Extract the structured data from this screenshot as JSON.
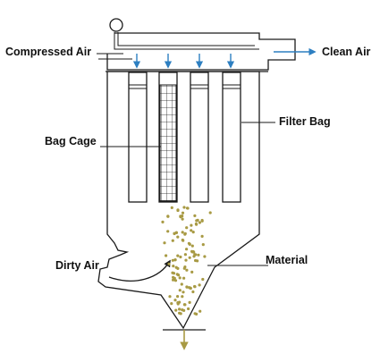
{
  "labels": {
    "compressed_air": "Compressed Air",
    "clean_air": "Clean Air",
    "filter_bag": "Filter Bag",
    "bag_cage": "Bag Cage",
    "dirty_air": "Dirty Air",
    "material": "Material"
  },
  "colors": {
    "line": "#1a1a1a",
    "air_arrow": "#2d7fc1",
    "material": "#a89a44",
    "background": "#ffffff"
  },
  "icons": [
    "pressure-gauge-icon",
    "air-jet-arrow-icon",
    "material-particle-icon",
    "discharge-arrow-icon"
  ],
  "filter_bag_count": 4,
  "air_jet_count": 4
}
